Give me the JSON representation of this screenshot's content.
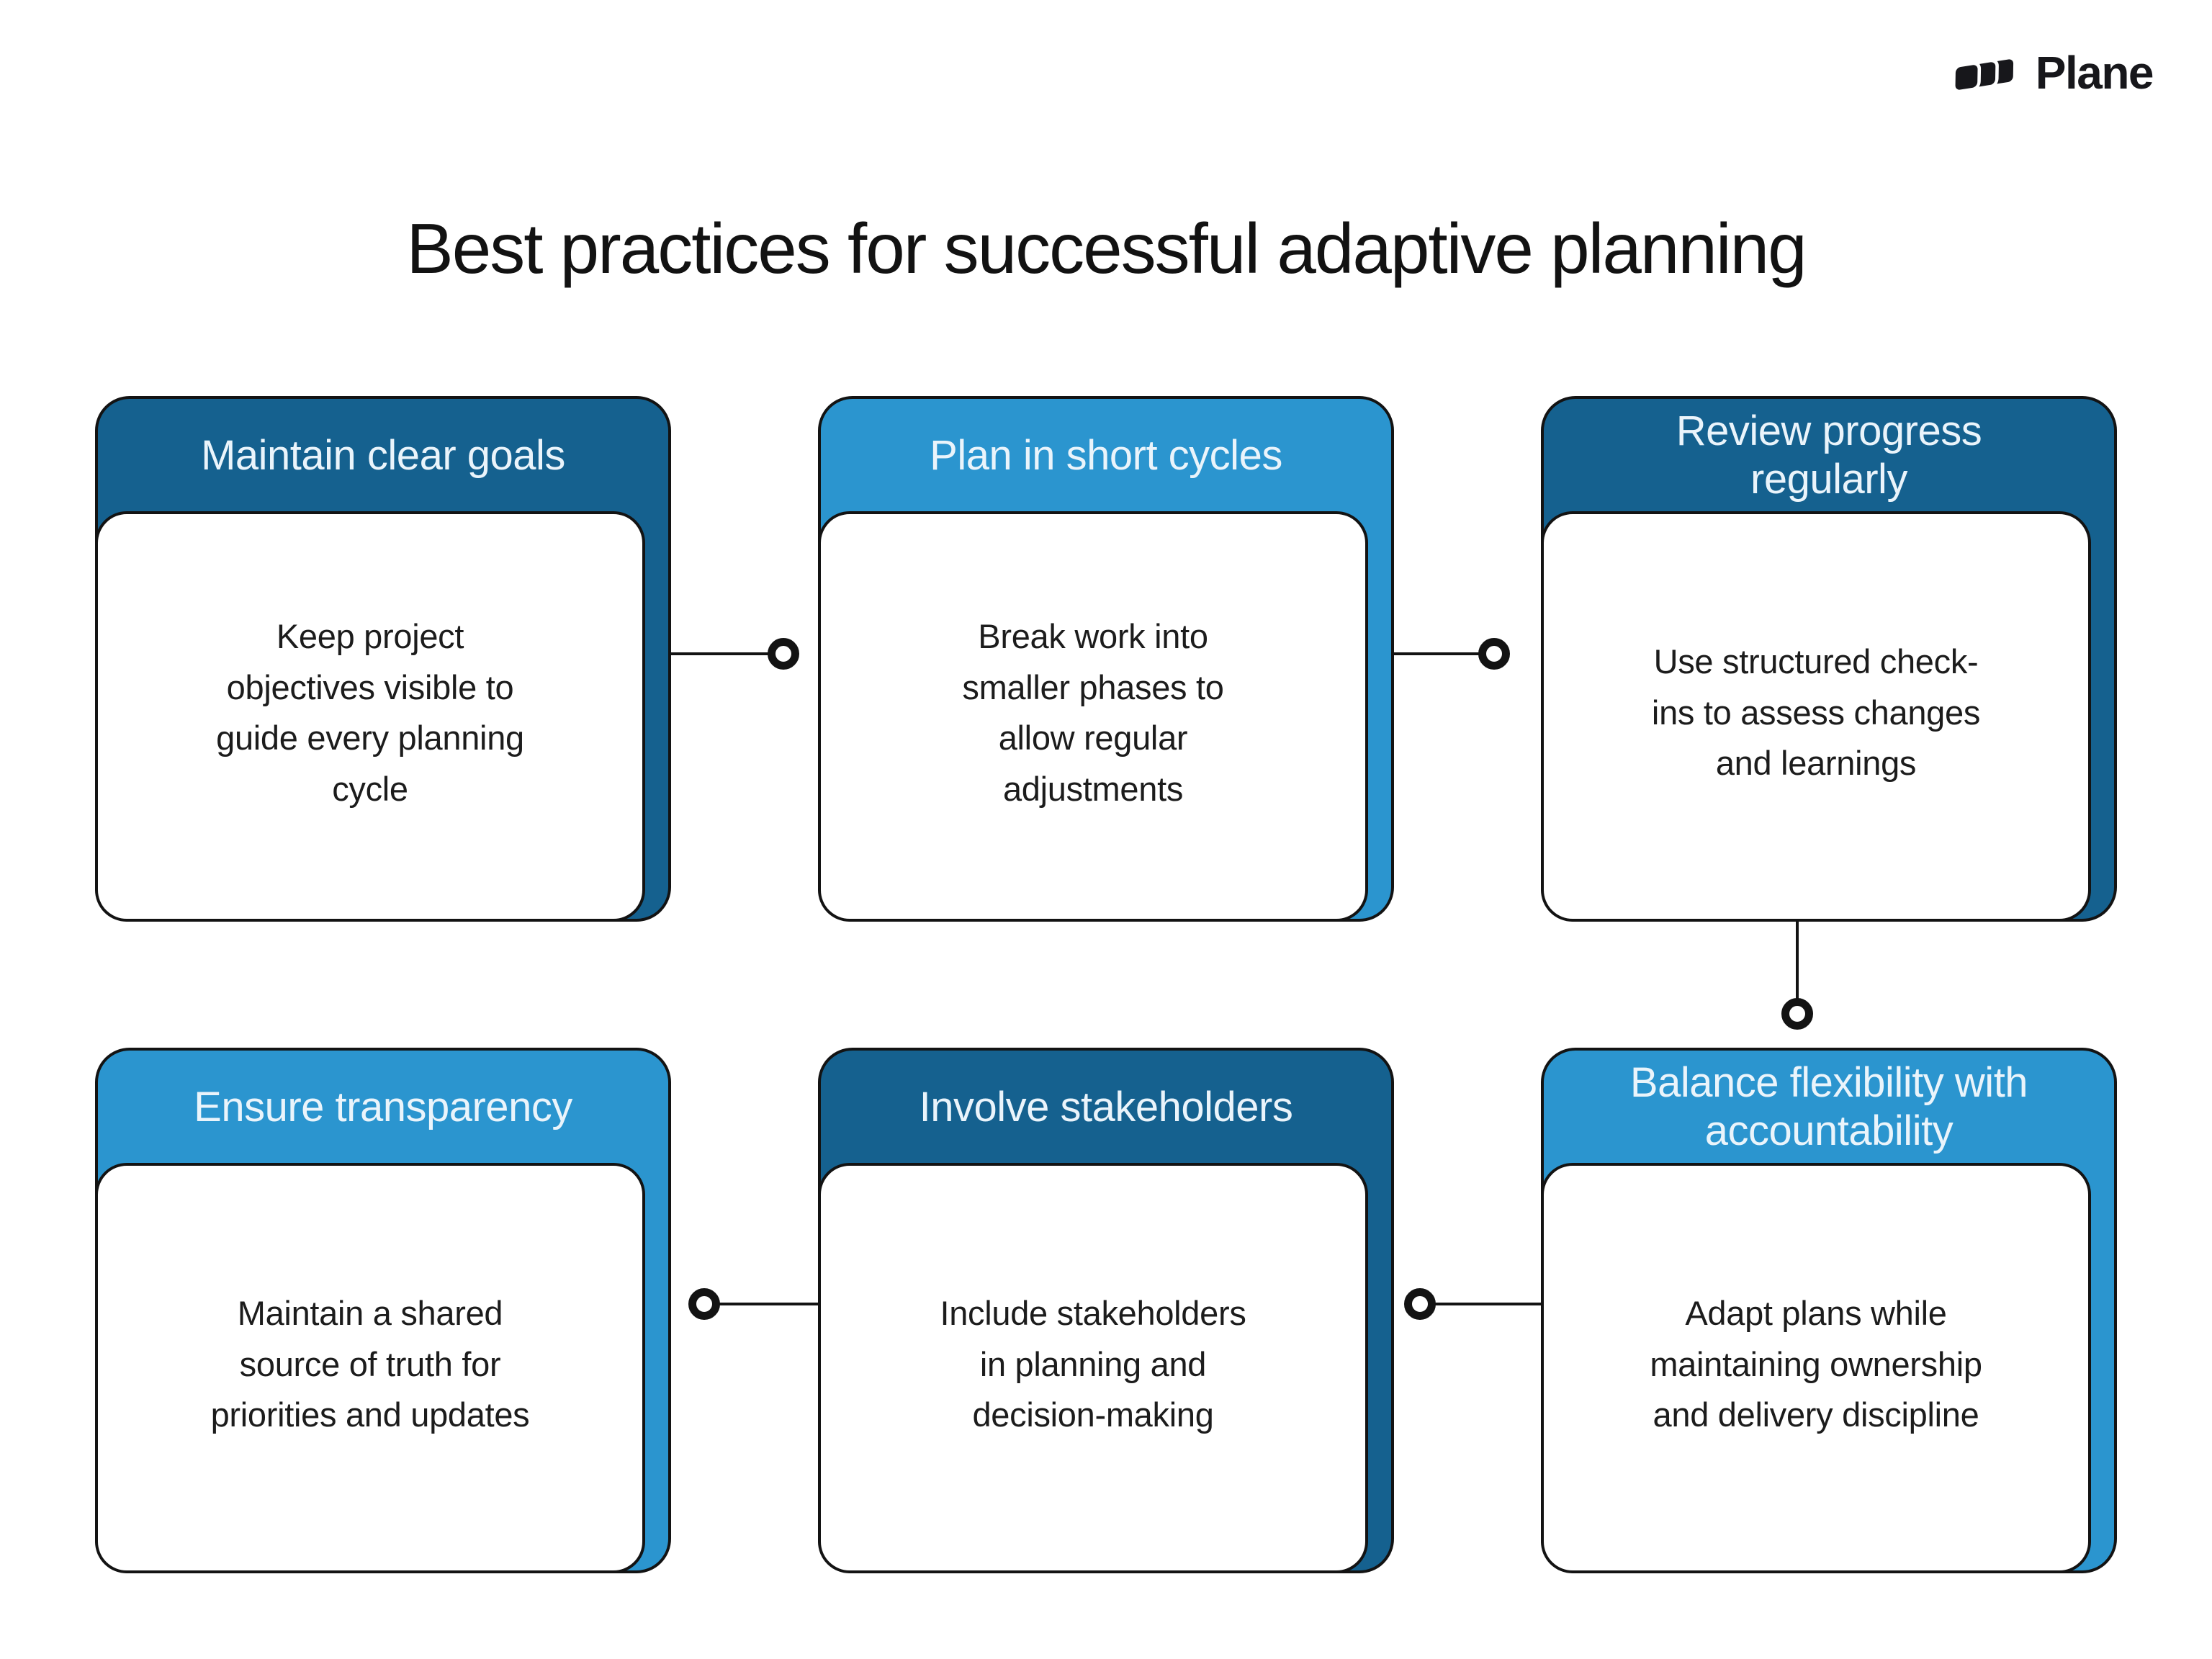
{
  "page": {
    "title": "Best practices for successful adaptive planning"
  },
  "logo": {
    "brand": "Plane"
  },
  "colors": {
    "dark_blue": "#15618f",
    "light_blue": "#2b95cf",
    "header_text": "#eaf4fb",
    "body_text": "#1c1c1c",
    "outline": "#131313"
  },
  "cards": [
    {
      "variant": "dark",
      "title_lines": [
        "Maintain clear goals"
      ],
      "body_lines": [
        "Keep project",
        "objectives visible to",
        "guide every planning",
        "cycle"
      ]
    },
    {
      "variant": "light",
      "title_lines": [
        "Plan in short cycles"
      ],
      "body_lines": [
        "Break work into",
        "smaller phases to",
        "allow regular",
        "adjustments"
      ]
    },
    {
      "variant": "dark",
      "title_lines": [
        "Review progress",
        "regularly"
      ],
      "body_lines": [
        "Use structured check-",
        "ins to assess changes",
        "and learnings"
      ]
    },
    {
      "variant": "light",
      "title_lines": [
        "Ensure transparency"
      ],
      "body_lines": [
        "Maintain a shared",
        "source of truth for",
        "priorities and updates"
      ]
    },
    {
      "variant": "dark",
      "title_lines": [
        "Involve stakeholders"
      ],
      "body_lines": [
        "Include stakeholders",
        "in planning and",
        "decision-making"
      ]
    },
    {
      "variant": "light",
      "title_lines": [
        "Balance flexibility with",
        "accountability"
      ],
      "body_lines": [
        "Adapt plans while",
        "maintaining ownership",
        "and delivery discipline"
      ]
    }
  ]
}
